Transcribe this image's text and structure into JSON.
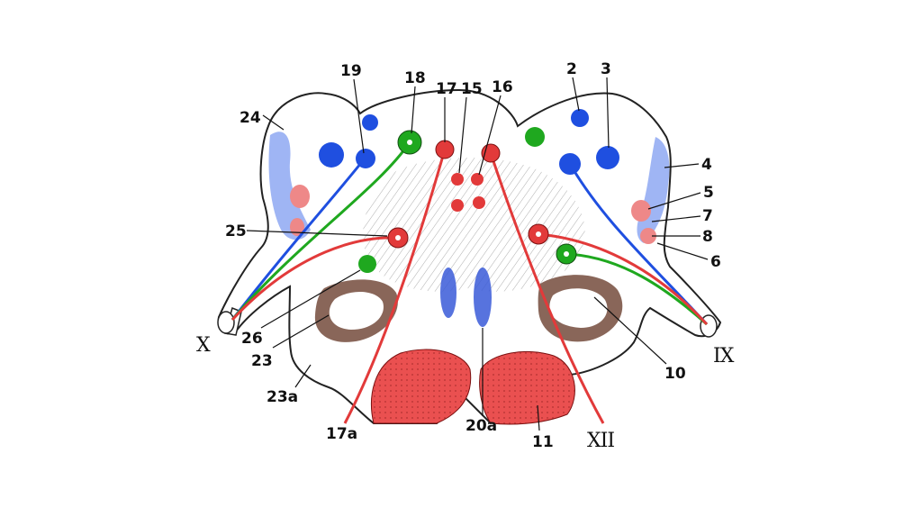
{
  "colors": {
    "motor": "#e23a3a",
    "sensory": "#1f4fe0",
    "parasympathetic": "#1fa81f",
    "nucleus_fill": "#ef4444",
    "pyramid_fill": "#ea5050",
    "olive": "#6b4030",
    "outline": "#222222"
  },
  "labels": {
    "l2": "2",
    "l3": "3",
    "l4": "4",
    "l5": "5",
    "l6": "6",
    "l7": "7",
    "l8": "8",
    "l10": "10",
    "l11": "11",
    "l15": "15",
    "l16": "16",
    "l17": "17",
    "l17a": "17a",
    "l18": "18",
    "l19": "19",
    "l20a": "20a",
    "l23": "23",
    "l23a": "23a",
    "l24": "24",
    "l25": "25",
    "l26": "26"
  },
  "nerves": {
    "vagus": "X",
    "glossopharyngeal": "IX",
    "hypoglossal": "XII"
  }
}
